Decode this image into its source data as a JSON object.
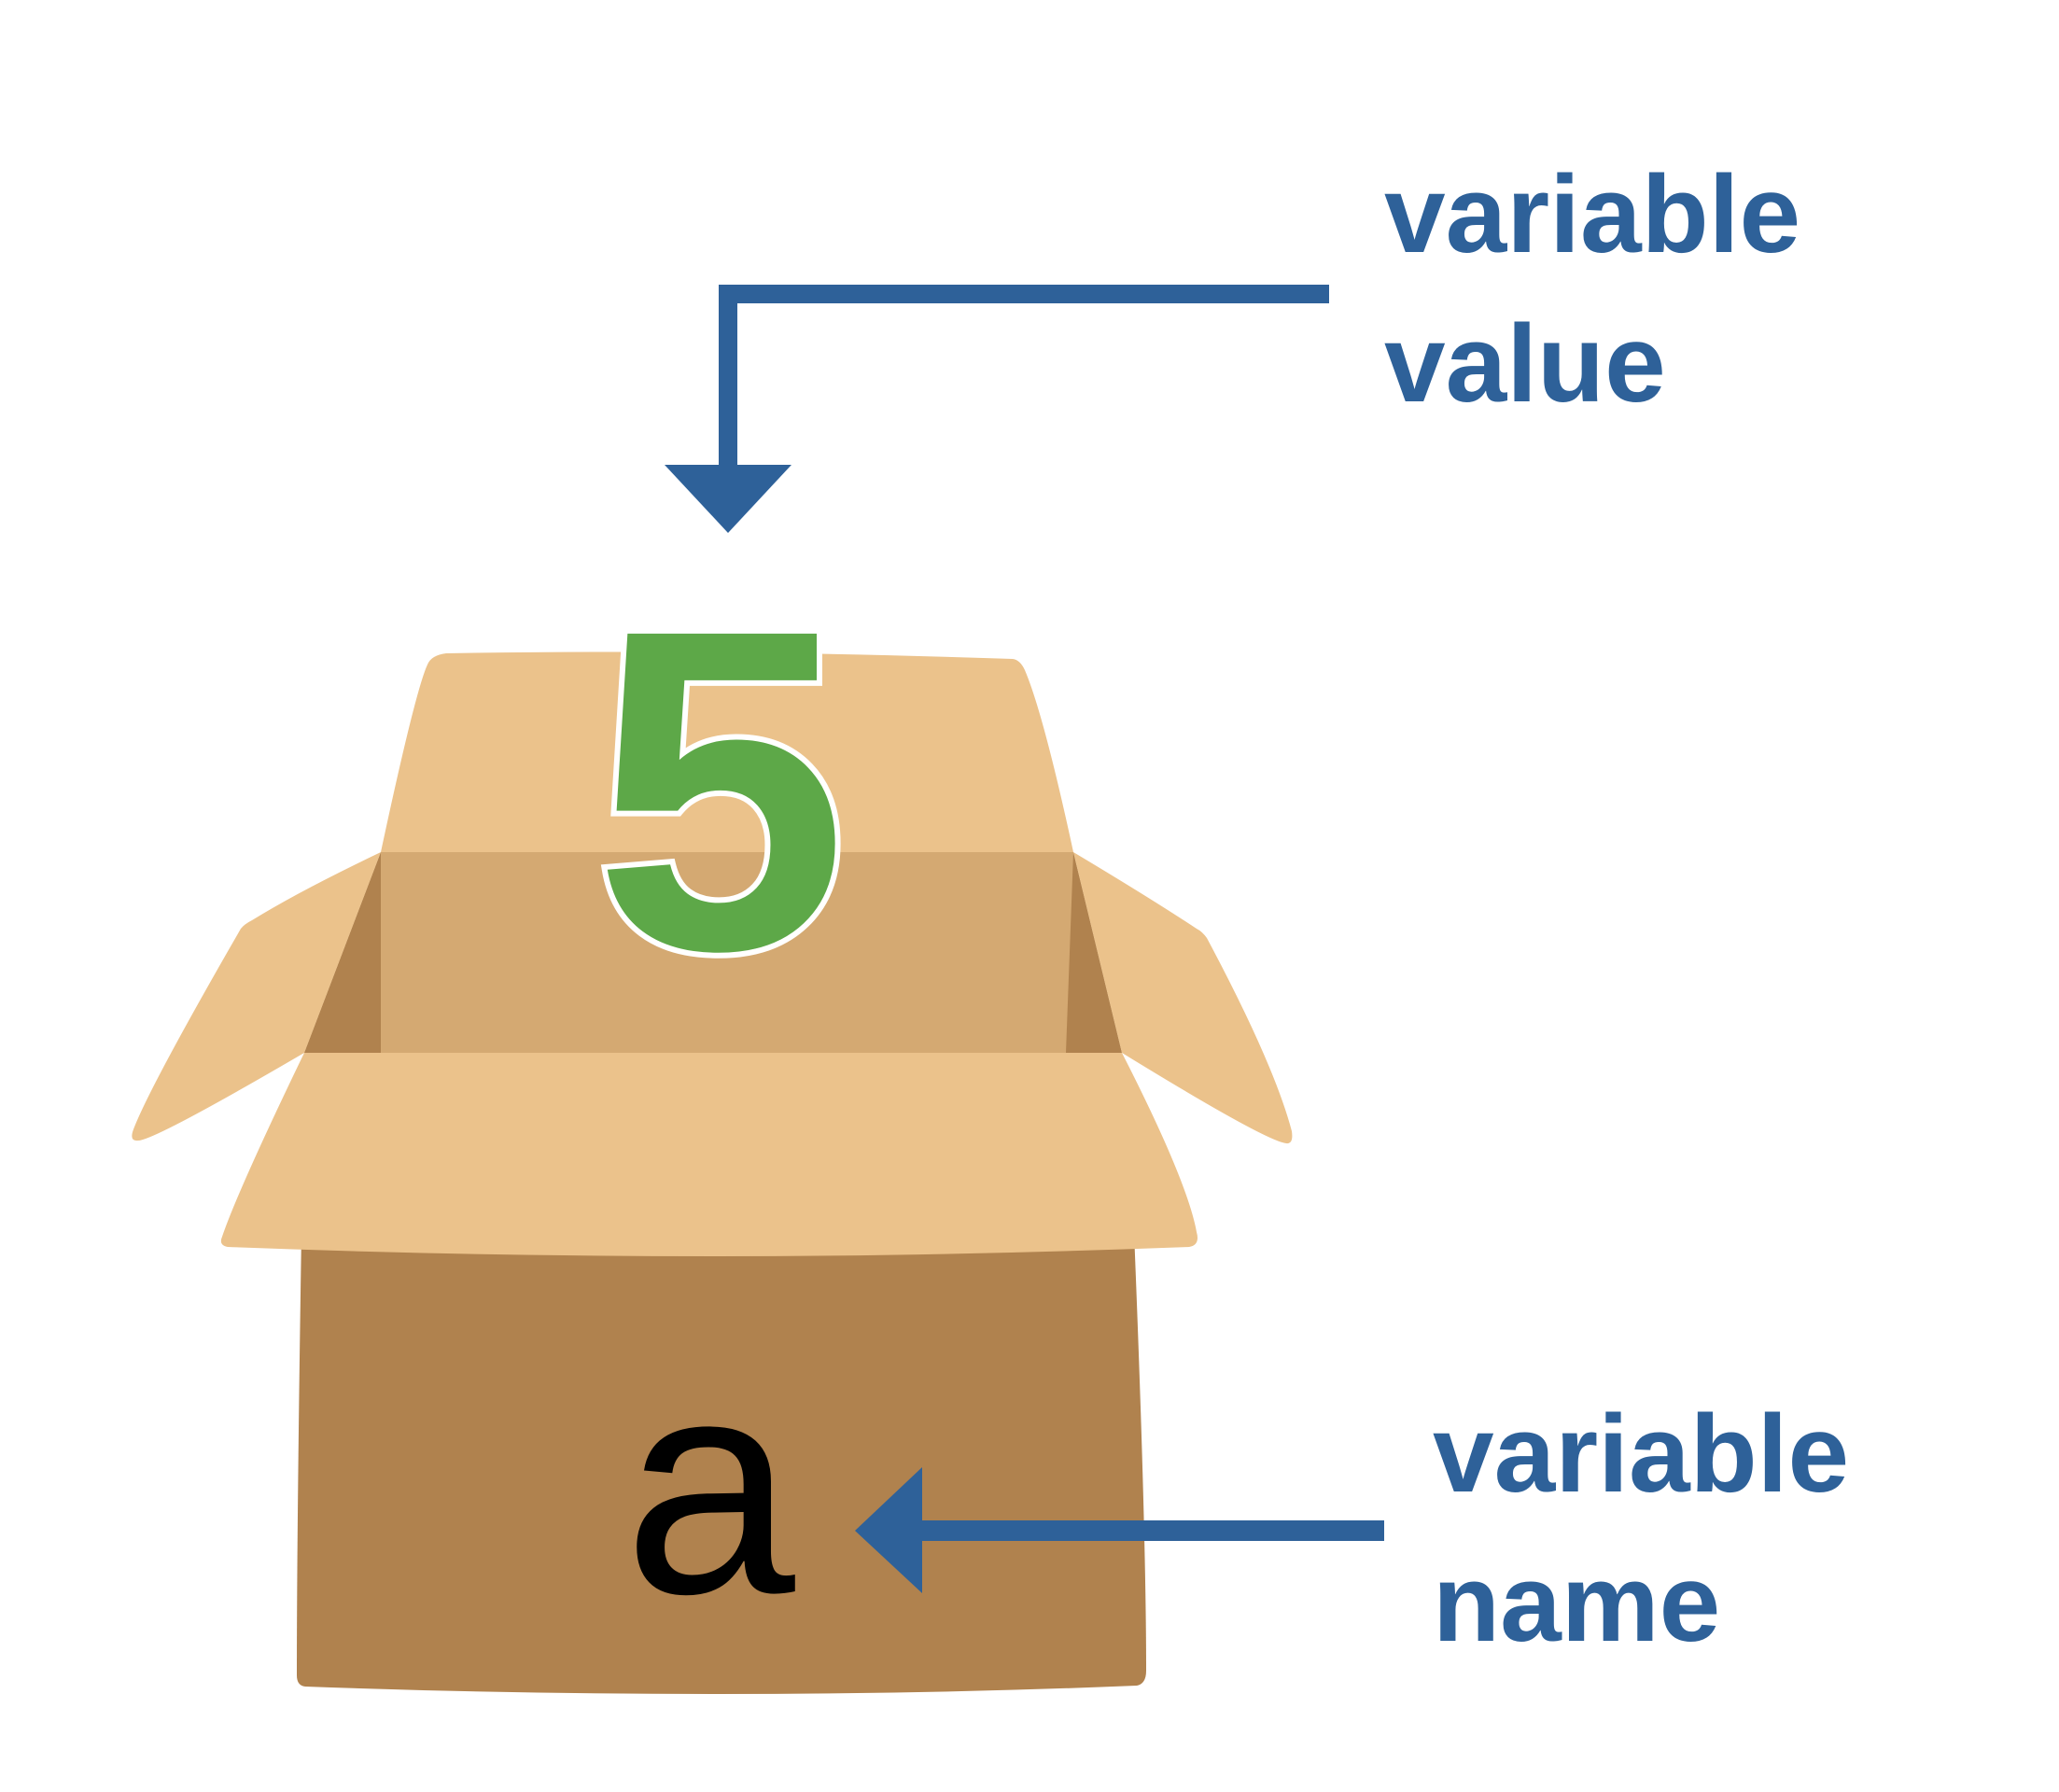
{
  "variable_value": "5",
  "variable_name": "a",
  "labels": {
    "value_line1": "variable",
    "value_line2": "value",
    "name_line1": "variable",
    "name_line2": "name"
  },
  "colors": {
    "label_blue": "#2e6199",
    "value_green": "#5da848",
    "box_light": "#ebc28b",
    "box_mid": "#d4a972",
    "box_dark": "#b0824e",
    "name_black": "#000000"
  }
}
